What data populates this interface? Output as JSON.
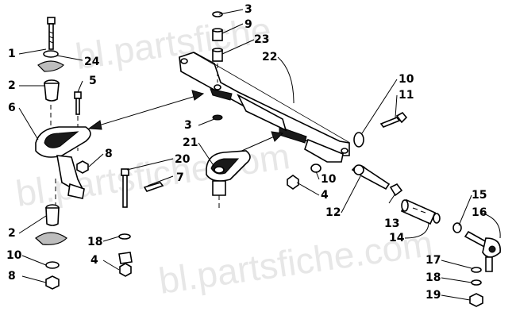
{
  "watermark": {
    "top": "bl.partsfiche",
    "middle": "bl.partsfiche.com",
    "bottom": "bl.partsfiche.com"
  },
  "callouts": [
    {
      "id": "c1",
      "text": "1"
    },
    {
      "id": "c24",
      "text": "24"
    },
    {
      "id": "c2a",
      "text": "2"
    },
    {
      "id": "c5",
      "text": "5"
    },
    {
      "id": "c6",
      "text": "6"
    },
    {
      "id": "c8a",
      "text": "8"
    },
    {
      "id": "c20",
      "text": "20"
    },
    {
      "id": "c7",
      "text": "7"
    },
    {
      "id": "c2b",
      "text": "2"
    },
    {
      "id": "c18a",
      "text": "18"
    },
    {
      "id": "c10a",
      "text": "10"
    },
    {
      "id": "c4a",
      "text": "4"
    },
    {
      "id": "c8b",
      "text": "8"
    },
    {
      "id": "c3a",
      "text": "3"
    },
    {
      "id": "c9",
      "text": "9"
    },
    {
      "id": "c23",
      "text": "23"
    },
    {
      "id": "c22",
      "text": "22"
    },
    {
      "id": "c3b",
      "text": "3"
    },
    {
      "id": "c21",
      "text": "21"
    },
    {
      "id": "c10b",
      "text": "10"
    },
    {
      "id": "c11",
      "text": "11"
    },
    {
      "id": "c10c",
      "text": "10"
    },
    {
      "id": "c4b",
      "text": "4"
    },
    {
      "id": "c12",
      "text": "12"
    },
    {
      "id": "c13",
      "text": "13"
    },
    {
      "id": "c14",
      "text": "14"
    },
    {
      "id": "c15",
      "text": "15"
    },
    {
      "id": "c16",
      "text": "16"
    },
    {
      "id": "c17",
      "text": "17"
    },
    {
      "id": "c18b",
      "text": "18"
    },
    {
      "id": "c19",
      "text": "19"
    }
  ]
}
